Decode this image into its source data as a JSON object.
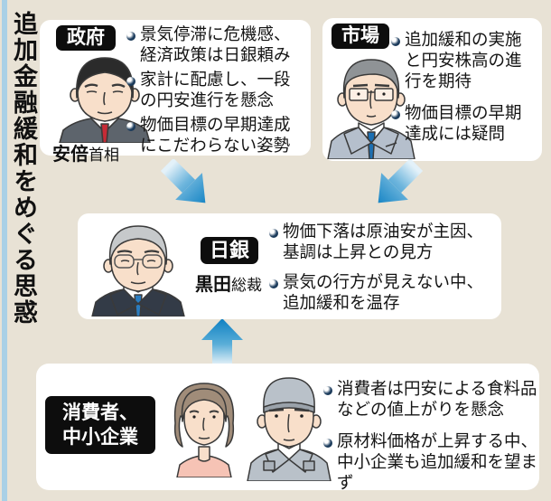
{
  "page": {
    "vertical_title": "追加金融緩和をめぐる思惑",
    "colors": {
      "background": "#e8e2d5",
      "card": "#ffffff",
      "label_bg": "#0d0d0d",
      "arrow_blue": "#0e80c2",
      "left_rule_blue": "#a9d0e6",
      "bullet_navy": "#1d3d5e",
      "tie_red": "#c62b36",
      "tie_blue": "#2a7cc0"
    }
  },
  "boxes": {
    "government": {
      "label": "政府",
      "person_name": "安倍",
      "person_suffix": "首相",
      "person_icon": "abe-portrait",
      "bullets": [
        "景気停滞に危機感、\n経済政策は日銀頼み",
        "家計に配慮し、一段\nの円安進行を懸念",
        "物価目標の早期達成\nにこだわらない姿勢"
      ]
    },
    "market": {
      "label": "市場",
      "person_icon": "businessman-portrait",
      "bullets": [
        "追加緩和の実施\nと円安株高の進\n行を期待",
        "物価目標の早期\n達成には疑問"
      ]
    },
    "boj": {
      "label": "日銀",
      "person_name": "黒田",
      "person_suffix": "総裁",
      "person_icon": "kuroda-portrait",
      "bullets": [
        "物価下落は原油安が主因、\n基調は上昇との見方",
        "景気の行方が見えない中、\n追加緩和を温存"
      ]
    },
    "consumers": {
      "label": "消費者、\n中小企業",
      "person_icons": [
        "woman-portrait",
        "worker-portrait"
      ],
      "bullets": [
        "消費者は円安による食料品\nなどの値上がりを懸念",
        "原材料価格が上昇する中、\n中小企業も追加緩和を望まず"
      ]
    }
  }
}
